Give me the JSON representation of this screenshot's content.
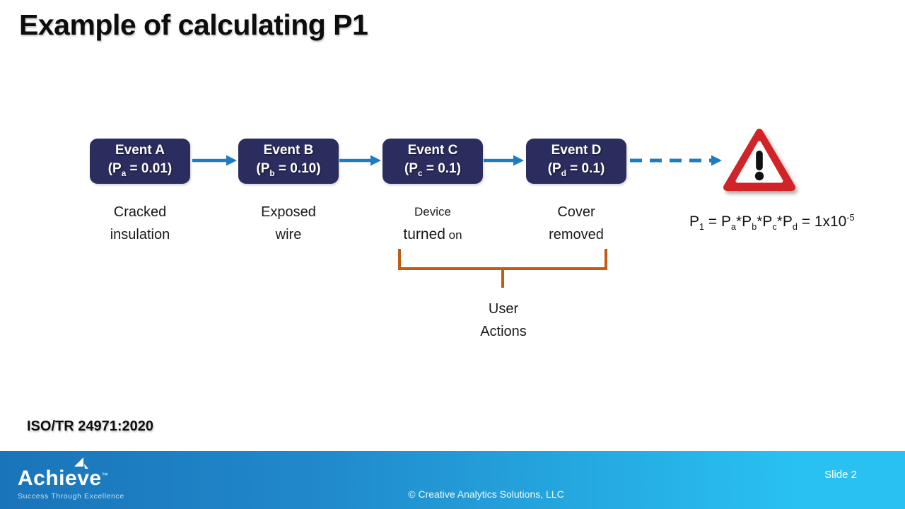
{
  "slide": {
    "title": "Example of calculating P1",
    "reference": "ISO/TR 24971:2020",
    "slide_number": "Slide 2",
    "copyright": "© Creative Analytics Solutions, LLC"
  },
  "events": [
    {
      "name": "Event A",
      "prob": {
        "pre": "(P",
        "sub": "a",
        "post": " = 0.01)"
      },
      "label": {
        "line1": "Cracked",
        "line2": "insulation"
      }
    },
    {
      "name": "Event B",
      "prob": {
        "pre": "(P",
        "sub": "b",
        "post": " = 0.10)"
      },
      "label": {
        "line1": "Exposed",
        "line2": "wire"
      }
    },
    {
      "name": "Event C",
      "prob": {
        "pre": "(P",
        "sub": "c",
        "post": " = 0.1)"
      },
      "label": {
        "line1": "Device",
        "line2_main": "turned",
        "line2_rest": " on"
      }
    },
    {
      "name": "Event D",
      "prob": {
        "pre": "(P",
        "sub": "d",
        "post": " = 0.1)"
      },
      "label": {
        "line1": "Cover",
        "line2": "removed"
      }
    }
  ],
  "bracket_label": {
    "line1": "User",
    "line2": "Actions"
  },
  "formula": {
    "parts": [
      "P",
      "1",
      " = P",
      "a",
      "*P",
      "b",
      "*P",
      "c",
      "*P",
      "d",
      " = 1x10",
      "-5"
    ]
  },
  "logo": {
    "name": "Achieve",
    "tm": "™",
    "tagline": "Success Through Excellence"
  },
  "icons": {
    "warning": "warning-triangle-icon",
    "sail": "achieve-sail-icon"
  },
  "colors": {
    "box_navy": "#2b2d5e",
    "arrow_blue": "#1e7cc2",
    "bracket_orange": "#c55a11",
    "warning_red": "#d02428",
    "footer_left": "#1a74b9",
    "footer_right": "#29c1f0"
  }
}
